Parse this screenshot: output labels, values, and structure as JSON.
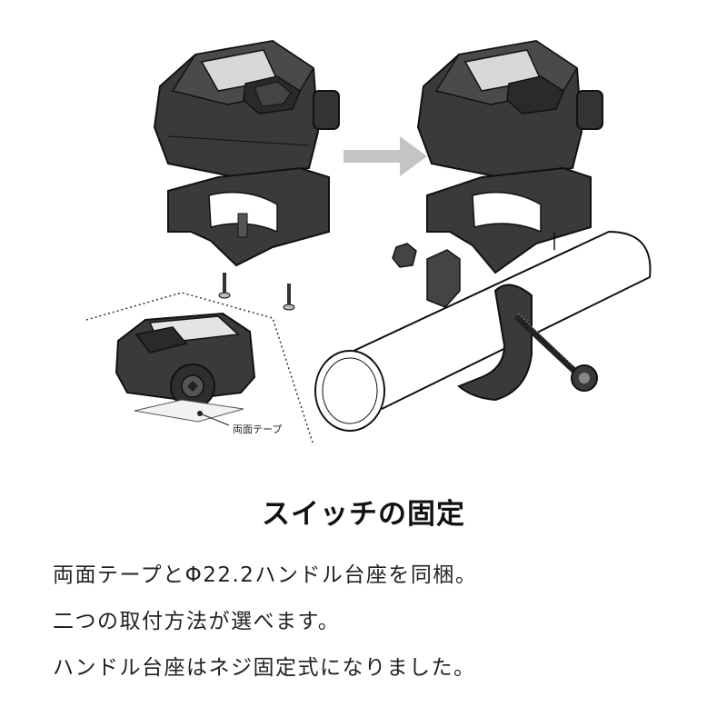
{
  "illustration": {
    "tape_label": "両面テープ"
  },
  "heading": "スイッチの固定",
  "description": [
    "両面テープとΦ22.2ハンドル台座を同梱。",
    "二つの取付方法が選べます。",
    "ハンドル台座はネジ固定式になりました。"
  ]
}
